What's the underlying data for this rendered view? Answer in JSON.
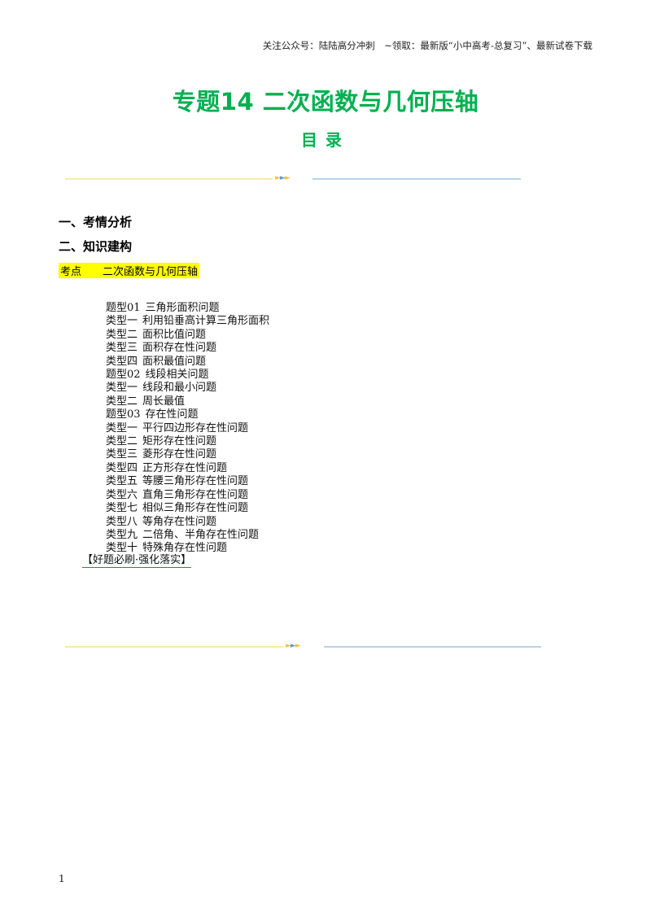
{
  "header_note": "关注公众号：陆陆高分冲刺　~领取：最新版“小中高考-总复习”、最新试卷下载",
  "title": "专题14  二次函数与几何压轴",
  "subtitle": "目录",
  "sections": [
    {
      "label": "一、考情分析"
    },
    {
      "label": "二、知识建构"
    }
  ],
  "kaodian": "考点　　二次函数与几何压轴",
  "toc": [
    {
      "label": "题型01",
      "text": "三角形面积问题",
      "kind": "topic"
    },
    {
      "label": "类型一",
      "text": "利用铅垂高计算三角形面积",
      "kind": "type"
    },
    {
      "label": "类型二",
      "text": "面积比值问题",
      "kind": "type"
    },
    {
      "label": "类型三",
      "text": "面积存在性问题",
      "kind": "type"
    },
    {
      "label": "类型四",
      "text": "面积最值问题",
      "kind": "type"
    },
    {
      "label": "题型02",
      "text": "线段相关问题",
      "kind": "topic"
    },
    {
      "label": "类型一",
      "text": "线段和最小问题",
      "kind": "type"
    },
    {
      "label": "类型二",
      "text": "周长最值",
      "kind": "type"
    },
    {
      "label": "题型03",
      "text": "存在性问题",
      "kind": "topic"
    },
    {
      "label": "类型一",
      "text": "平行四边形存在性问题",
      "kind": "type"
    },
    {
      "label": "类型二",
      "text": "矩形存在性问题",
      "kind": "type"
    },
    {
      "label": "类型三",
      "text": "菱形存在性问题",
      "kind": "type"
    },
    {
      "label": "类型四",
      "text": "正方形存在性问题",
      "kind": "type"
    },
    {
      "label": "类型五",
      "text": "等腰三角形存在性问题",
      "kind": "type"
    },
    {
      "label": "类型六",
      "text": "直角三角形存在性问题",
      "kind": "type"
    },
    {
      "label": "类型七",
      "text": "相似三角形存在性问题",
      "kind": "type"
    },
    {
      "label": "类型八",
      "text": "等角存在性问题",
      "kind": "type"
    },
    {
      "label": "类型九",
      "text": "二倍角、半角存在性问题",
      "kind": "type"
    },
    {
      "label": "类型十",
      "text": "特殊角存在性问题",
      "kind": "type"
    }
  ],
  "practice": "【好题必刷·强化落实】",
  "page_number": "1",
  "divider_glyphs": [
    "►",
    "►",
    "►"
  ],
  "colors": {
    "title_green": "#00b050",
    "highlight_yellow": "#ffff00",
    "divider_yellow": "#fde9a9",
    "divider_blue": "#b7d3ef",
    "underline_green": "#00a040"
  }
}
